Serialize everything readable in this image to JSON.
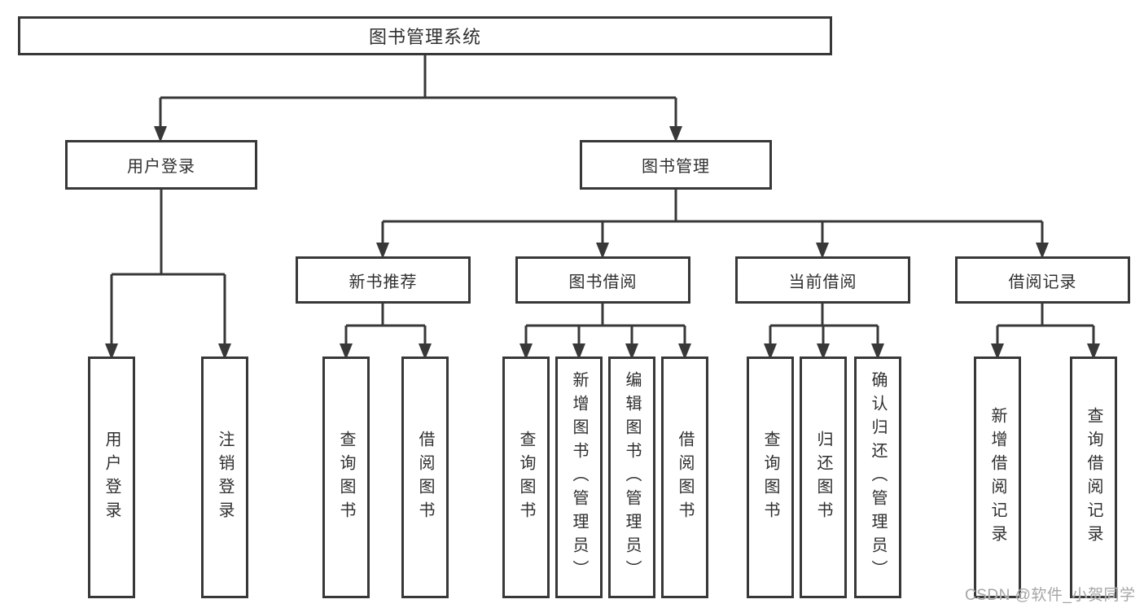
{
  "tree": {
    "root": "图书管理系统",
    "branches": [
      {
        "label": "用户登录",
        "leaves": [
          "用户登录",
          "注销登录"
        ]
      },
      {
        "label": "图书管理",
        "groups": [
          {
            "label": "新书推荐",
            "leaves": [
              "查询图书",
              "借阅图书"
            ]
          },
          {
            "label": "图书借阅",
            "leaves": [
              "查询图书",
              "新增图书（管理员）",
              "编辑图书（管理员）",
              "借阅图书"
            ]
          },
          {
            "label": "当前借阅",
            "leaves": [
              "查询图书",
              "归还图书",
              "确认归还（管理员）"
            ]
          },
          {
            "label": "借阅记录",
            "leaves": [
              "新增借阅记录",
              "查询借阅记录"
            ]
          }
        ]
      }
    ]
  },
  "watermark": "CSDN @软件_小贺同学",
  "colors": {
    "line": "#383838",
    "box_border": "#383838",
    "text": "#2f2f2f",
    "background": "#ffffff",
    "watermark": "#a6a6a6"
  }
}
